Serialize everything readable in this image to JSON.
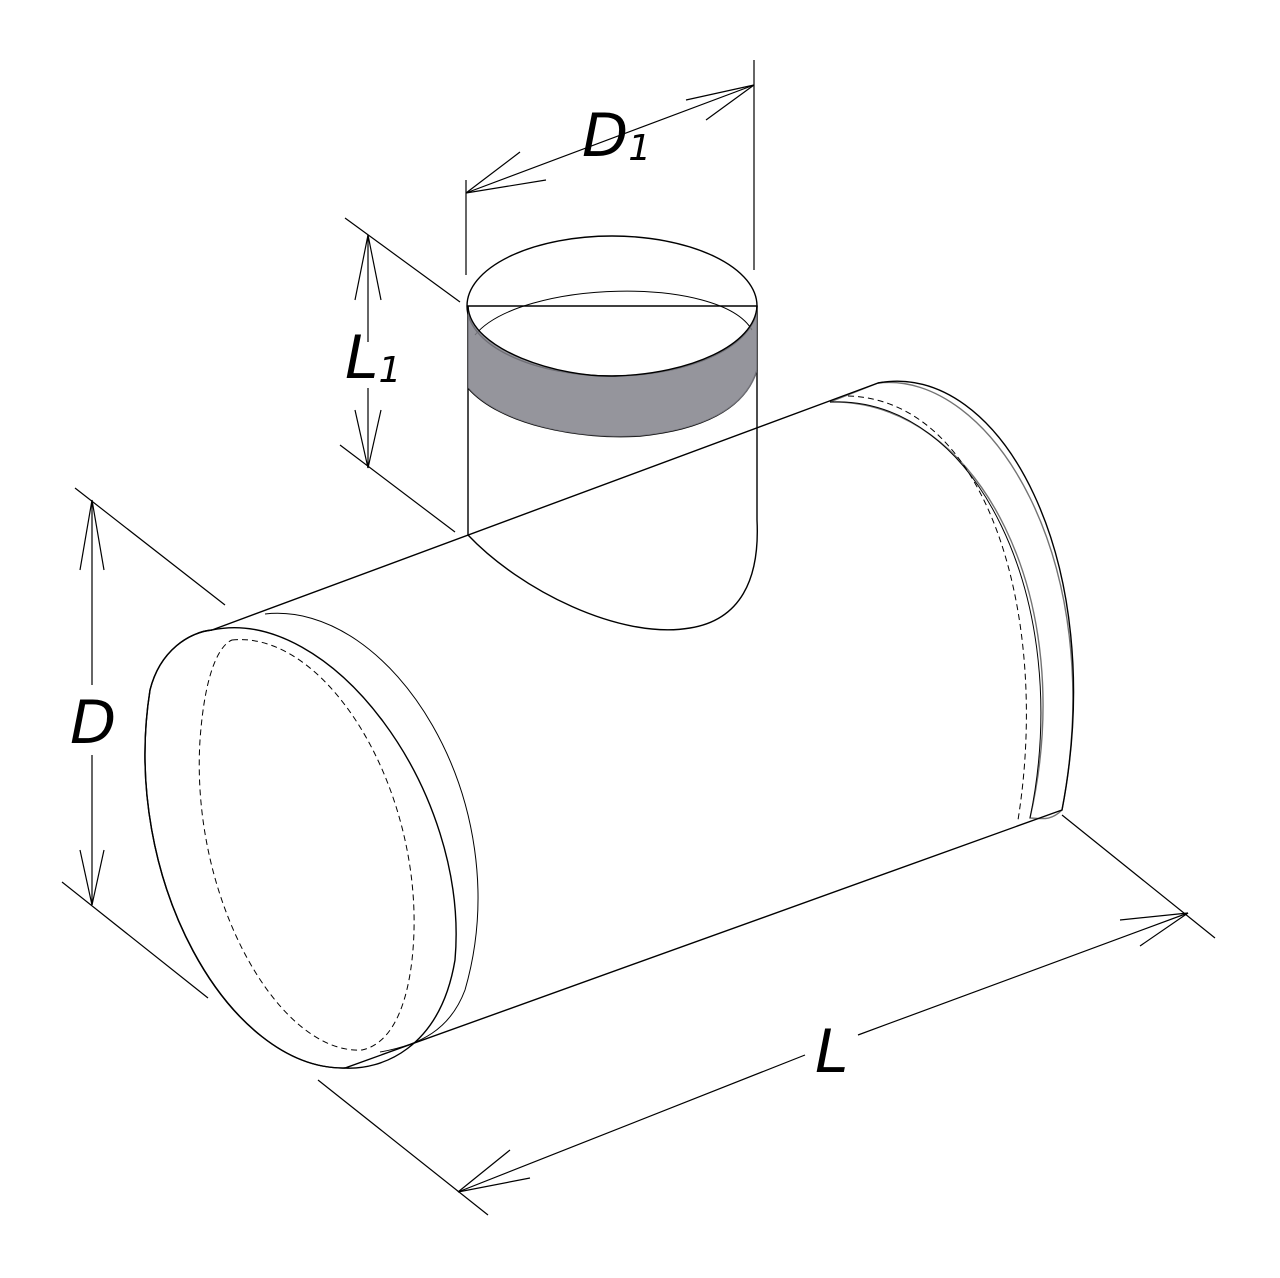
{
  "diagram": {
    "dimensions": [
      {
        "id": "D1",
        "label": "D",
        "subscript": "1"
      },
      {
        "id": "L1",
        "label": "L",
        "subscript": "1"
      },
      {
        "id": "D",
        "label": "D",
        "subscript": ""
      },
      {
        "id": "L",
        "label": "L",
        "subscript": ""
      }
    ]
  }
}
